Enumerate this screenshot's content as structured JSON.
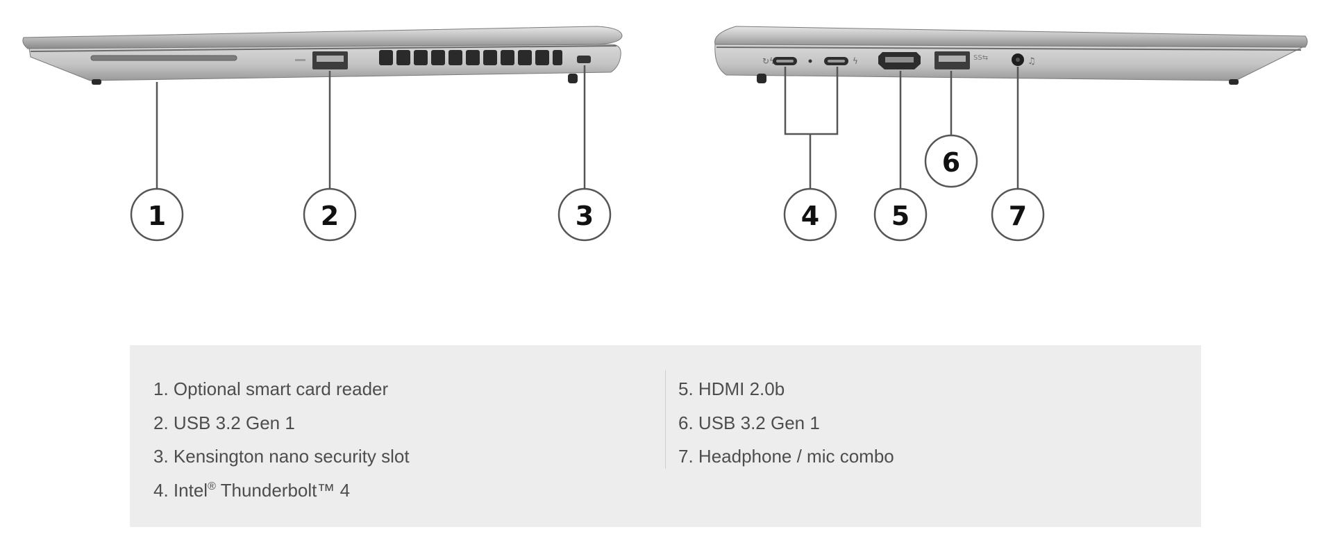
{
  "callouts": [
    "1",
    "2",
    "3",
    "4",
    "5",
    "6",
    "7"
  ],
  "legend": {
    "left": [
      {
        "num": "1.",
        "text": "Optional smart card reader"
      },
      {
        "num": "2.",
        "text": "USB 3.2 Gen 1"
      },
      {
        "num": "3.",
        "text": "Kensington nano security slot"
      },
      {
        "num": "4.",
        "text": "Intel",
        "sup": "®",
        "text2": " Thunderbolt™ 4"
      }
    ],
    "right": [
      {
        "num": "5.",
        "text": "HDMI 2.0b"
      },
      {
        "num": "6.",
        "text": "USB 3.2 Gen 1"
      },
      {
        "num": "7.",
        "text": "Headphone / mic combo"
      }
    ]
  },
  "colors": {
    "legend_bg": "#ededed",
    "legend_text": "#4d4d4d",
    "callout_line": "#555555",
    "laptop_body": "#b9b9b9"
  }
}
